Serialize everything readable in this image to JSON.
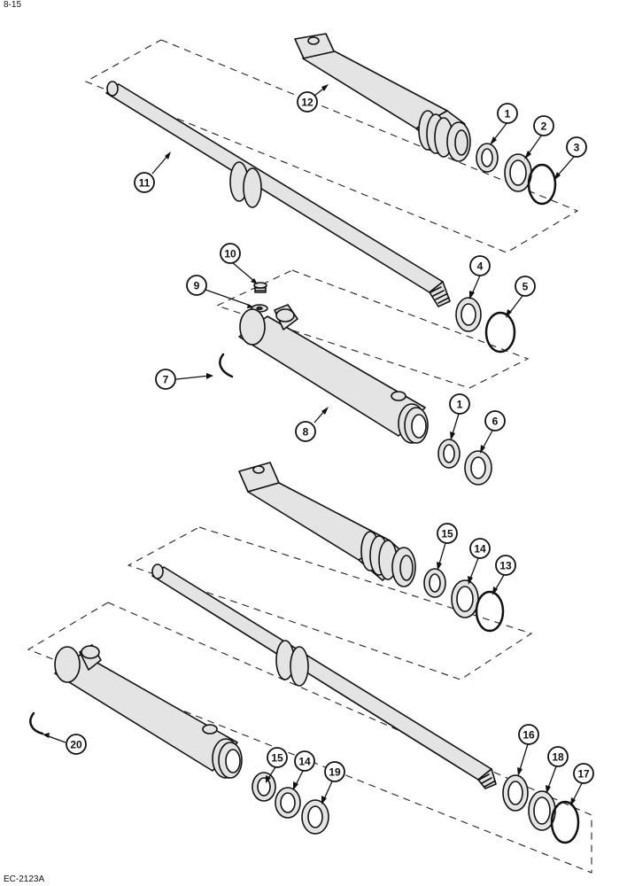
{
  "header": {
    "page_ref": "8-15"
  },
  "figure": {
    "code": "EC-2123A"
  },
  "callouts": [
    {
      "label": "12"
    },
    {
      "label": "1"
    },
    {
      "label": "2"
    },
    {
      "label": "3"
    },
    {
      "label": "11"
    },
    {
      "label": "10"
    },
    {
      "label": "9"
    },
    {
      "label": "4"
    },
    {
      "label": "5"
    },
    {
      "label": "7"
    },
    {
      "label": "1"
    },
    {
      "label": "6"
    },
    {
      "label": "8"
    },
    {
      "label": "15"
    },
    {
      "label": "14"
    },
    {
      "label": "13"
    },
    {
      "label": "20"
    },
    {
      "label": "15"
    },
    {
      "label": "14"
    },
    {
      "label": "19"
    },
    {
      "label": "16"
    },
    {
      "label": "18"
    },
    {
      "label": "17"
    }
  ]
}
